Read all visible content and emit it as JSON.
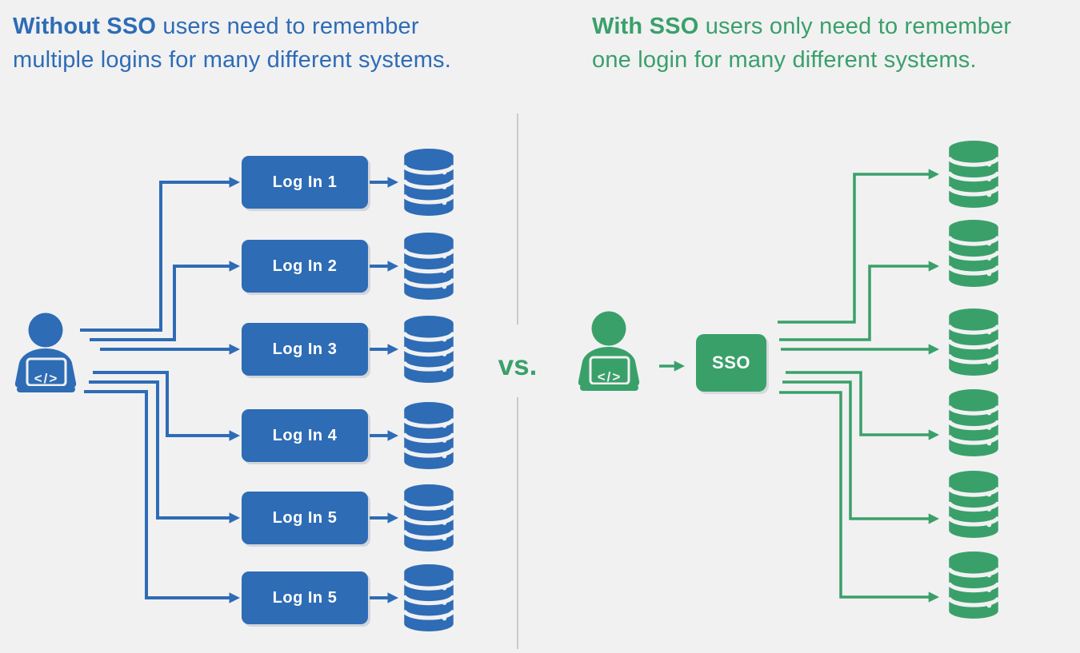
{
  "page": {
    "background_color": "#f1f1f2",
    "divider_color": "#c8cacb"
  },
  "left_panel": {
    "accent_color": "#2e6cb5",
    "title_bold": "Without SSO",
    "title_rest": " users need to remember multiple logins for many different systems.",
    "login_boxes": [
      "Log In 1",
      "Log In 2",
      "Log In 3",
      "Log In 4",
      "Log In 5",
      "Log In 5"
    ],
    "database_count": 6
  },
  "divider": {
    "vs_label": "vs."
  },
  "right_panel": {
    "accent_color": "#3aa06a",
    "title_bold": "With SSO",
    "title_rest": " users only need to remember one login for many different systems.",
    "sso_label": "SSO",
    "database_count": 6
  },
  "icons": {
    "left_user": "developer-user-icon",
    "right_user": "developer-user-icon",
    "database": "database-icon",
    "code_glyph": "</>"
  }
}
